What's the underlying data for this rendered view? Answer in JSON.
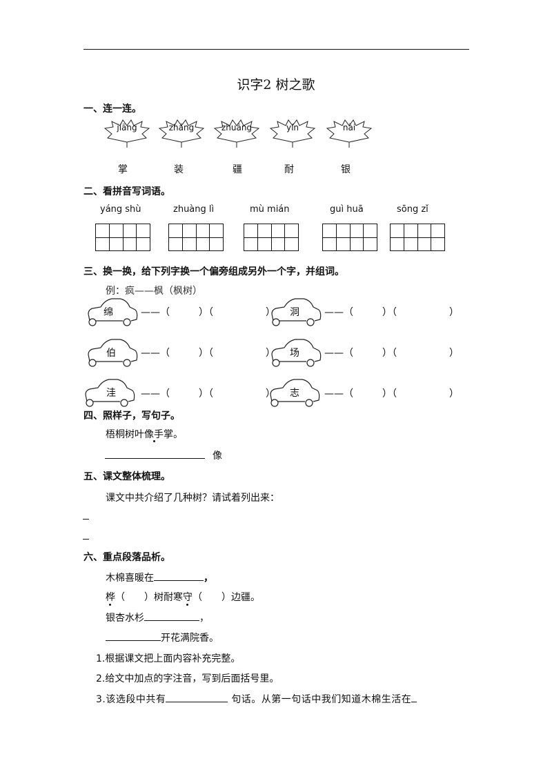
{
  "title": "识字2  树之歌",
  "sections": {
    "s1": "一、连一连。",
    "s2": "二、看拼音写词语。",
    "s3": "三、换一换，给下列字换一个偏旁组成另外一个字，并组词。",
    "s4": "四、照样子，写句子。",
    "s5": "五、课文整体梳理。",
    "s6": "六、重点段落品析。"
  },
  "leaves": [
    "jiāng",
    "zhǎng",
    "zhuāng",
    "yín",
    "nài"
  ],
  "chars": [
    "掌",
    "装",
    "疆",
    "耐",
    "银"
  ],
  "pinyin_words": [
    "yáng shù",
    "zhuàng lì",
    "mù mián",
    "guì  huā",
    "sōng zǐ"
  ],
  "example": "例：疯——枫（枫树）",
  "cars": [
    "绵",
    "洞",
    "伯",
    "场",
    "洼",
    "志"
  ],
  "dash": "——（　　　）（",
  "close_paren": "）",
  "s4_example": "梧桐树叶像手掌。",
  "s4_like": "像",
  "s5_question": "课文中共介绍了几种树？请试着列出来：",
  "s6_lines": {
    "l1": "木棉喜暖在",
    "l1_end": "，",
    "l2": "桦（　　）树耐寒守（　　）边疆。",
    "l3": "银杏水杉",
    "l3_end": "，",
    "l4": "开花满院香。"
  },
  "questions": {
    "q1": "1.根据课文把上面内容补充完整。",
    "q2": "2.给文中加点的字注音，写到后面括号里。",
    "q3a": "3.该选段中共有",
    "q3b": "句话。从第一句话中我们知道木棉生活在"
  }
}
